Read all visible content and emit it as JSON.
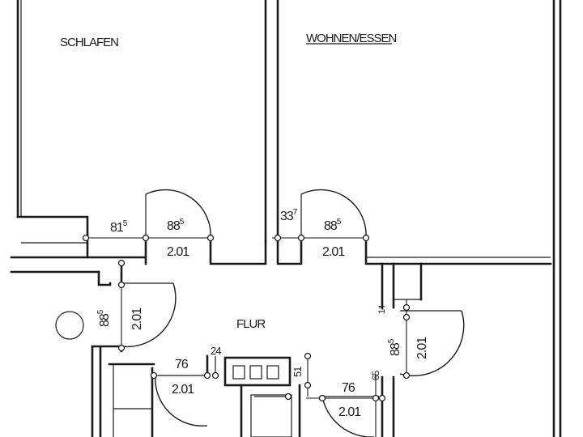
{
  "rooms": {
    "schlafen": "SCHLAFEN",
    "wohnen_essen": "WOHNEN/ESSEN",
    "flur": "FLUR"
  },
  "dimensions": {
    "left_pillar_width": "81",
    "left_pillar_width_sup": "5",
    "bedroom_door_width": "88",
    "bedroom_door_width_sup": "5",
    "bedroom_door_height": "2.01",
    "wall_offset": "33",
    "wall_offset_sup": "7",
    "living_door_width": "88",
    "living_door_width_sup": "5",
    "living_door_height": "2.01",
    "left_door_width": "88",
    "left_door_width_sup": "5",
    "left_door_height": "2.01",
    "right_door_width": "88",
    "right_door_width_sup": "5",
    "right_door_height": "2.01",
    "kitchen_door_width": "76",
    "kitchen_door_height": "2.01",
    "small_wall": "24",
    "small_post": "14",
    "shaft_height": "51",
    "bath_door_width": "76",
    "bath_door_height": "2.01",
    "right_post": "65"
  }
}
